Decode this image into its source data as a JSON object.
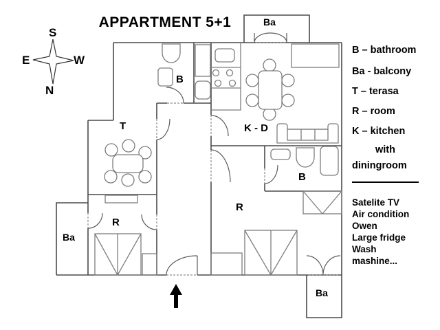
{
  "title": "APPARTMENT 5+1",
  "compass": {
    "top": "S",
    "bottom": "N",
    "left": "E",
    "right": "W"
  },
  "rooms": {
    "bathroom_top": "B",
    "balcony_top": "Ba",
    "terrace": "T",
    "kitchen_dining": "K - D",
    "bathroom_right": "B",
    "room_right": "R",
    "room_left": "R",
    "balcony_left": "Ba",
    "balcony_bottom": "Ba"
  },
  "legend": {
    "lines": [
      "B – bathroom",
      "Ba - balcony",
      "T – terasa",
      "R – room",
      "K – kitchen",
      "with",
      "diningroom"
    ]
  },
  "features": [
    "Satelite TV",
    "Air condition",
    "Owen",
    "Large fridge",
    "Wash mashine..."
  ],
  "colors": {
    "wall": "#4a4a4a",
    "furniture": "#7d7d7d",
    "text": "#000000",
    "background": "#ffffff"
  }
}
